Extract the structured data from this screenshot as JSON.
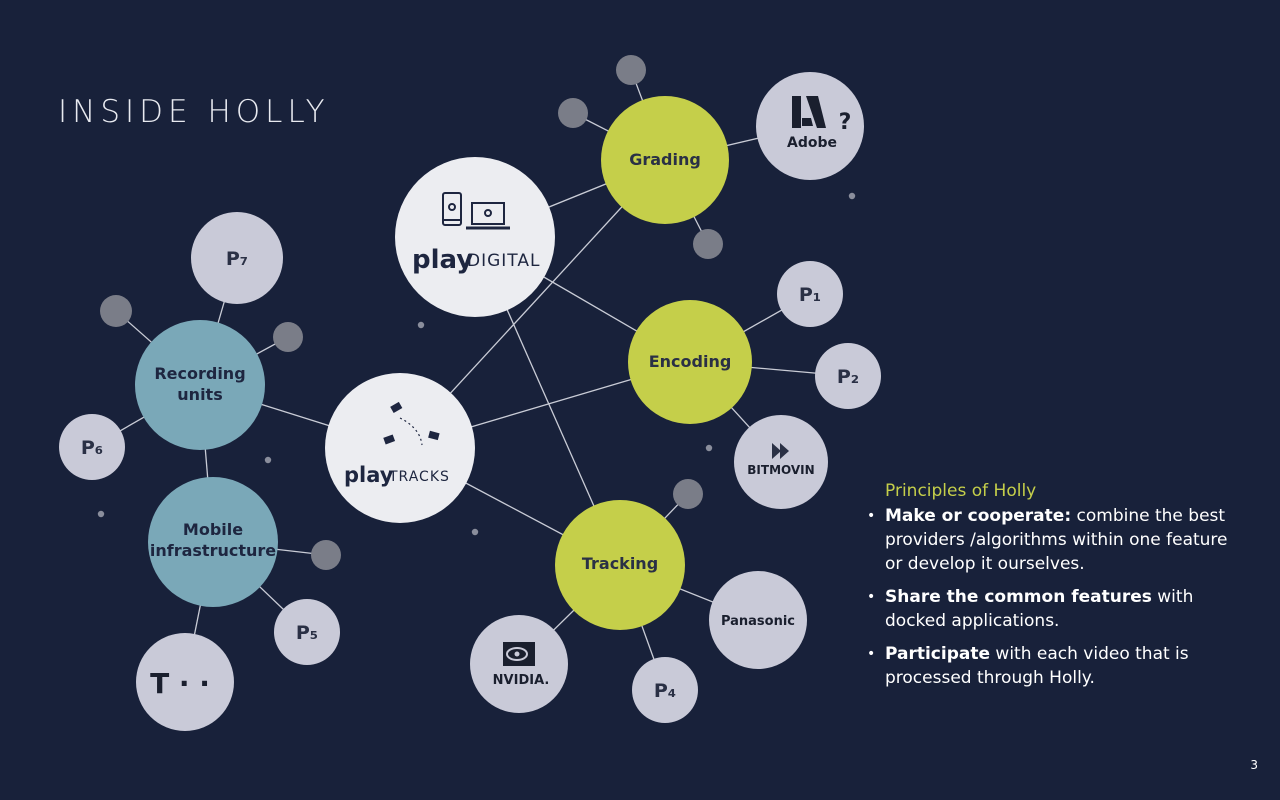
{
  "slide": {
    "title": "INSIDE HOLLY",
    "page_number": "3"
  },
  "colors": {
    "background": "#18213a",
    "hub": "#ecedf1",
    "feature": "#c5cf4a",
    "infrastructure": "#7aa8b8",
    "provider": "#c9cad8",
    "satellite": "#7a7d88",
    "connector": "#c9ccd6",
    "heading_accent": "#c5cf4a"
  },
  "diagram": {
    "hubs": {
      "play_digital": {
        "word": "play",
        "suffix": "DIGITAL",
        "icon": "devices-icon"
      },
      "play_tracks": {
        "word": "play",
        "suffix": "TRACKS",
        "icon": "camera-icon"
      }
    },
    "features": {
      "grading": "Grading",
      "encoding": "Encoding",
      "tracking": "Tracking",
      "recording_units_line1": "Recording",
      "recording_units_line2": "units",
      "mobile_infra_line1": "Mobile",
      "mobile_infra_line2": "infrastructure"
    },
    "providers": {
      "p1": "P₁",
      "p2": "P₂",
      "p4": "P₄",
      "p5": "P₅",
      "p6": "P₆",
      "p7": "P₇",
      "adobe": "Adobe",
      "adobe_mark": "?",
      "bitmovin": "BITMOVIN",
      "panasonic": "Panasonic",
      "nvidia": "NVIDIA.",
      "telekom": "T · ·"
    }
  },
  "principles": {
    "heading": "Principles of Holly",
    "items": [
      {
        "bold": "Make or cooperate:",
        "text": " combine the best providers /algorithms within one feature or develop it ourselves."
      },
      {
        "bold": "Share the common features",
        "text": " with docked applications."
      },
      {
        "bold": "Participate",
        "text": " with each video that is processed through Holly."
      }
    ]
  }
}
